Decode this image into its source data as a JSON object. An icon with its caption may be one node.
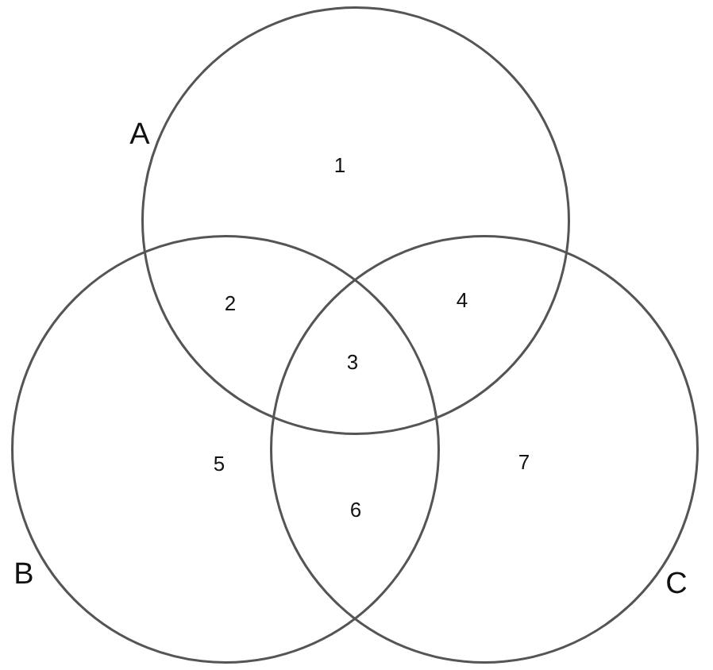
{
  "diagram": {
    "nodes": [
      {
        "text": [
          "A"
        ]
      },
      {
        "text": [
          "B"
        ]
      },
      {
        "text": [
          "C"
        ]
      }
    ],
    "labels": [
      "1",
      "2",
      "3",
      "4",
      "5",
      "6",
      "7"
    ]
  }
}
